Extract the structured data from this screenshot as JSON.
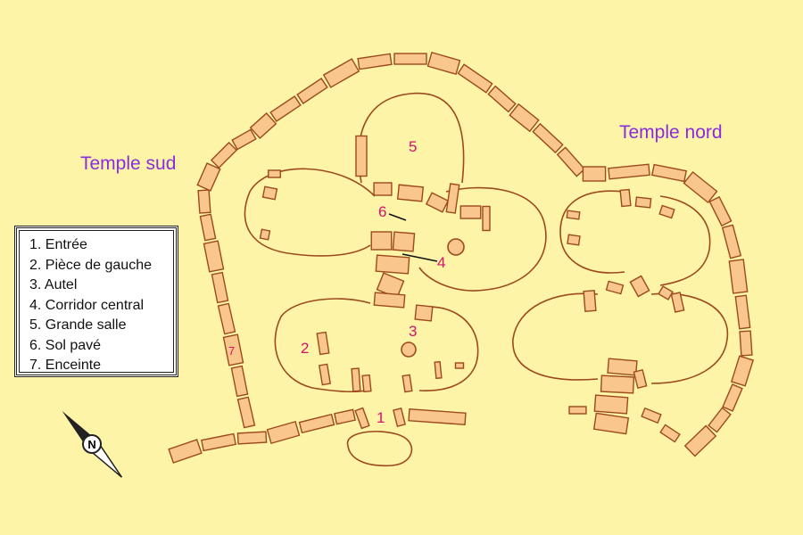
{
  "titles": {
    "south": "Temple sud",
    "north": "Temple nord"
  },
  "markers": [
    "1",
    "2",
    "3",
    "4",
    "5",
    "6",
    "7"
  ],
  "legend": [
    "1. Entrée",
    "2. Pièce de gauche",
    "3. Autel",
    "4. Corridor central",
    "5. Grande salle",
    "6. Sol pavé",
    "7. Enceinte"
  ],
  "compass": {
    "label": "N"
  },
  "colors": {
    "background": "#fdf4a8",
    "stone": "#f9c68e",
    "outline": "#9c4a1c",
    "marker": "#d4116b",
    "title": "#8b2be0"
  }
}
